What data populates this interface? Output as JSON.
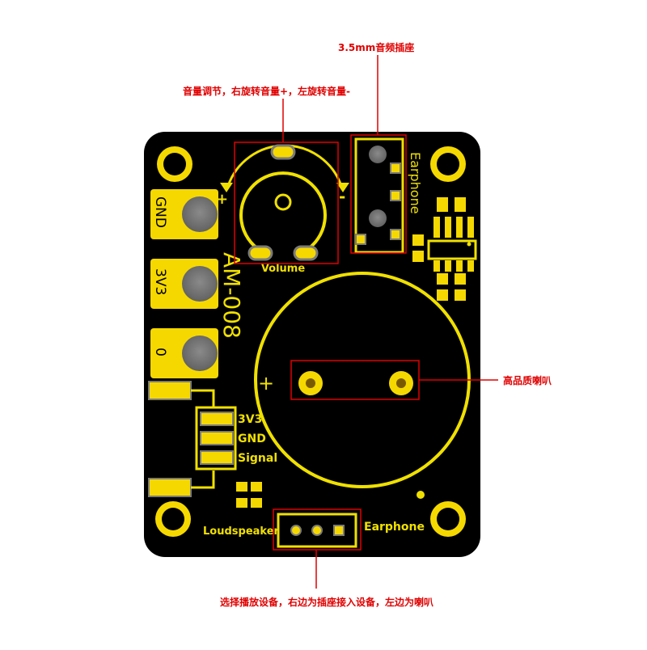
{
  "annotations": {
    "jack": "3.5mm音频插座",
    "volume": "音量调节，右旋转音量+，左旋转音量-",
    "speaker": "高品质喇叭",
    "select": "选择播放设备，右边为插座接入设备，左边为喇叭"
  },
  "board": {
    "model": "AM-008",
    "pin_labels": [
      "GND",
      "3V3",
      "0"
    ],
    "connector_labels": [
      "3V3",
      "GND",
      "Signal"
    ],
    "volume_label": "Volume",
    "earphone_side_label": "Earphone",
    "earphone_bottom_label": "Earphone",
    "loudspeaker_label": "Loudspeaker",
    "plus_sign": "+",
    "minus_sign": "-",
    "speaker_plus": "+"
  },
  "colors": {
    "board": "#000000",
    "silkscreen": "#f0e000",
    "pad": "#f5d800",
    "hole_inner": "#7a7a7a",
    "annotation": "#e00000"
  }
}
